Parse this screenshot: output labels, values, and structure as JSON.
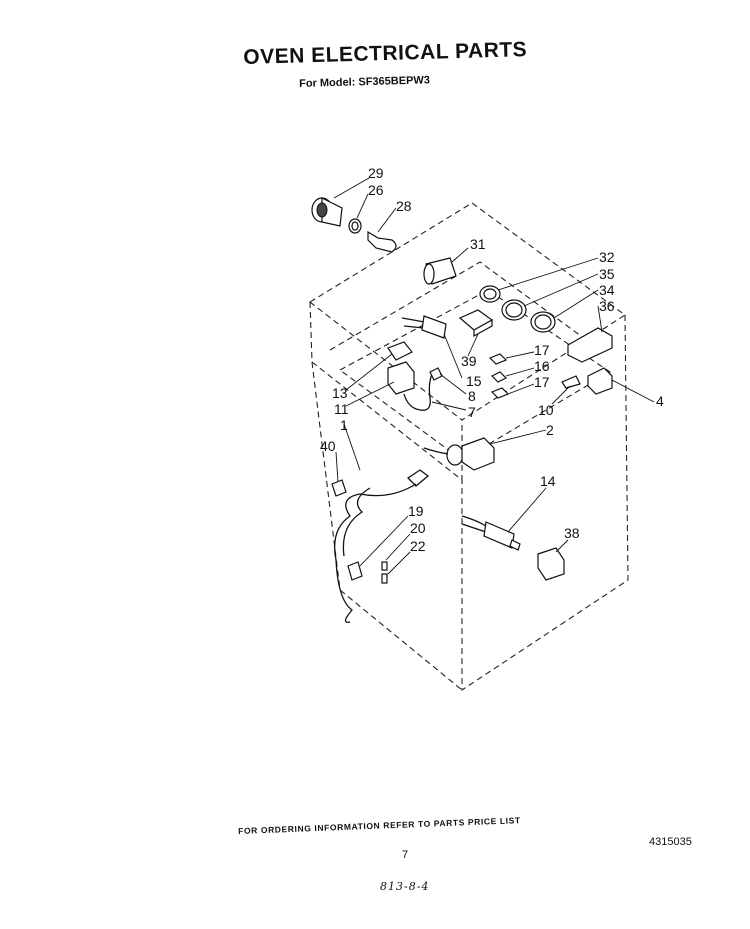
{
  "header": {
    "title": "OVEN ELECTRICAL PARTS",
    "model_line": "For Model: SF365BEPW3"
  },
  "footer": {
    "ordering_note": "FOR ORDERING INFORMATION REFER TO PARTS PRICE LIST",
    "page_number": "7",
    "document_number": "4315035",
    "handwritten_note": "813-8-4"
  },
  "callouts": [
    {
      "id": "29",
      "label": "29"
    },
    {
      "id": "26",
      "label": "26"
    },
    {
      "id": "28",
      "label": "28"
    },
    {
      "id": "31",
      "label": "31"
    },
    {
      "id": "32",
      "label": "32"
    },
    {
      "id": "35",
      "label": "35"
    },
    {
      "id": "34",
      "label": "34"
    },
    {
      "id": "36",
      "label": "36"
    },
    {
      "id": "39",
      "label": "39"
    },
    {
      "id": "17a",
      "label": "17"
    },
    {
      "id": "16",
      "label": "16"
    },
    {
      "id": "17b",
      "label": "17"
    },
    {
      "id": "15",
      "label": "15"
    },
    {
      "id": "8",
      "label": "8"
    },
    {
      "id": "7",
      "label": "7"
    },
    {
      "id": "13",
      "label": "13"
    },
    {
      "id": "11",
      "label": "11"
    },
    {
      "id": "10",
      "label": "10"
    },
    {
      "id": "4",
      "label": "4"
    },
    {
      "id": "2",
      "label": "2"
    },
    {
      "id": "40",
      "label": "40"
    },
    {
      "id": "1",
      "label": "1"
    },
    {
      "id": "14",
      "label": "14"
    },
    {
      "id": "19",
      "label": "19"
    },
    {
      "id": "20",
      "label": "20"
    },
    {
      "id": "22",
      "label": "22"
    },
    {
      "id": "38",
      "label": "38"
    }
  ]
}
